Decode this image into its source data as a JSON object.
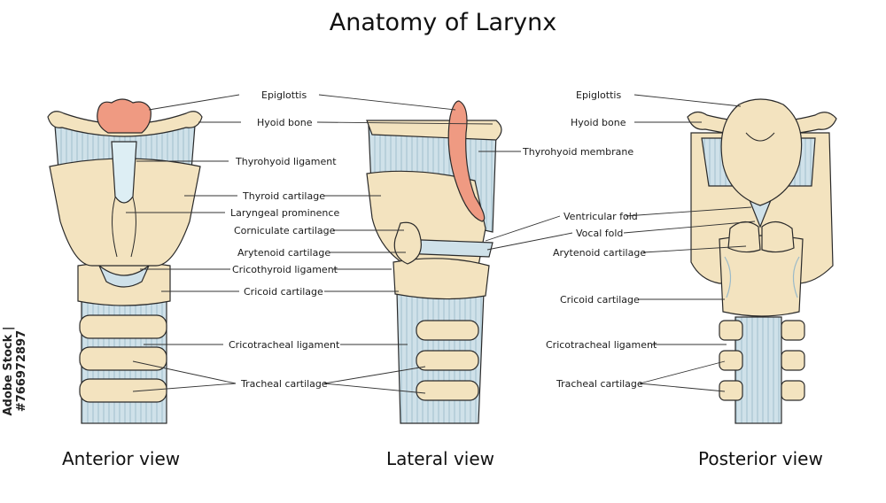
{
  "title": "Anatomy of Larynx",
  "views": {
    "anterior": {
      "caption": "Anterior view",
      "labels": [
        "Epiglottis",
        "Hyoid bone",
        "Thyrohyoid ligament",
        "Thyroid cartilage",
        "Laryngeal prominence",
        "Corniculate cartilage",
        "Arytenoid cartilage",
        "Cricothyroid ligament",
        "Cricoid cartilage",
        "Cricotracheal ligament",
        "Tracheal cartilage"
      ]
    },
    "lateral": {
      "caption": "Lateral view",
      "labels": [
        "Thyrohyoid membrane",
        "Ventricular fold",
        "Vocal fold",
        "Arytenoid cartilage"
      ]
    },
    "posterior": {
      "caption": "Posterior view",
      "labels": [
        "Epiglottis",
        "Hyoid bone",
        "Cricoid cartilage",
        "Cricotracheal ligament",
        "Tracheal cartilage"
      ]
    }
  },
  "watermark": {
    "text": "Adobe Stock | #766972897"
  },
  "colors": {
    "cartilage": "#f3e3bf",
    "cartilage_stroke": "#2a2a2a",
    "membrane": "#c9dde6",
    "membrane_line": "#a9c4d0",
    "epiglottis": "#ef9a82",
    "leader": "#333333"
  }
}
